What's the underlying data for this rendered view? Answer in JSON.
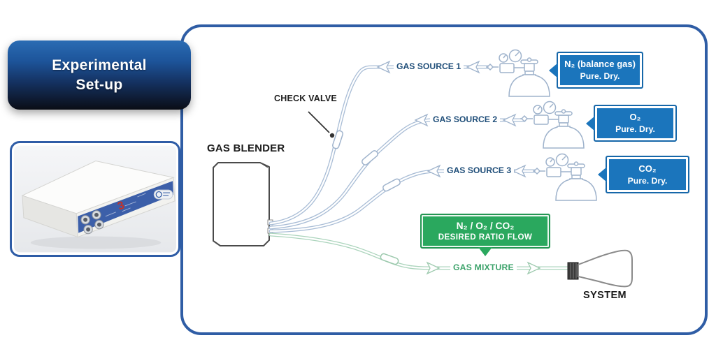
{
  "title": {
    "line1": "Experimental",
    "line2": "Set-up"
  },
  "blender": {
    "label": "GAS BLENDER",
    "device_number": "3"
  },
  "check_valve": {
    "label": "CHECK VALVE"
  },
  "sources": [
    {
      "name": "GAS SOURCE 1",
      "gas": "N₂ (balance gas)",
      "purity": "Pure. Dry."
    },
    {
      "name": "GAS SOURCE 2",
      "gas": "O₂",
      "purity": "Pure. Dry."
    },
    {
      "name": "GAS SOURCE 3",
      "gas": "CO₂",
      "purity": "Pure. Dry."
    }
  ],
  "mixture": {
    "callout_title": "N₂ / O₂ / CO₂",
    "callout_subtitle": "DESIRED RATIO FLOW",
    "line_label": "GAS MIXTURE",
    "system_label": "SYSTEM"
  },
  "colors": {
    "panel_border": "#2f5da5",
    "label_blue": "#1b75bc",
    "callout_green": "#2aa85e",
    "tube_blue": "#a9bdd6",
    "tube_green": "#abd4bc",
    "text_navy": "#1f4e79",
    "text_green": "#3da36b"
  }
}
